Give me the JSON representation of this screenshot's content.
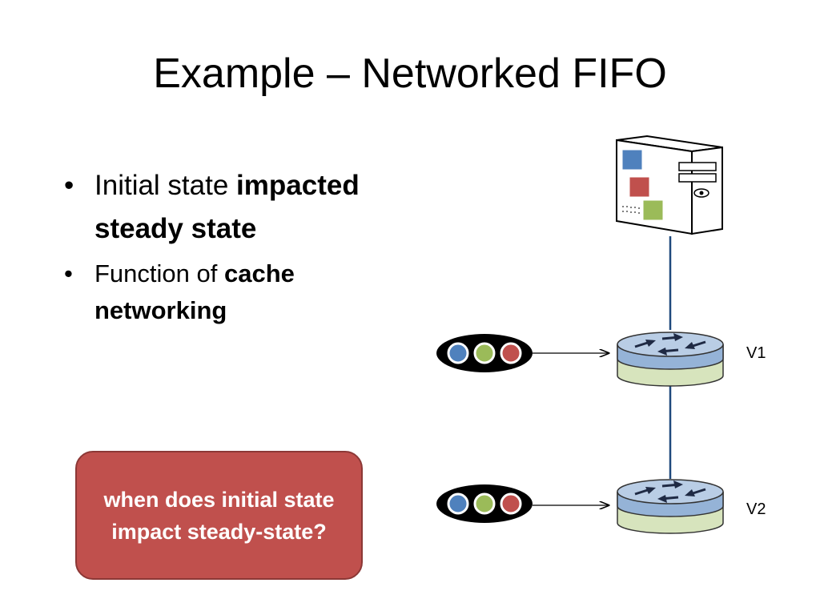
{
  "title": "Example – Networked FIFO",
  "bullets": [
    {
      "plain": "Initial state ",
      "bold": "impacted steady state"
    },
    {
      "plain": "Function of ",
      "bold": "cache networking"
    }
  ],
  "callout": "when does initial state impact steady-state?",
  "nodes": {
    "router_top": "V1",
    "router_bottom": "V2"
  },
  "colors": {
    "blue": "#4f81bd",
    "red": "#c0504d",
    "green": "#9bbb59",
    "router_top": "#95b3d7",
    "router_band": "#d7e4bd"
  }
}
